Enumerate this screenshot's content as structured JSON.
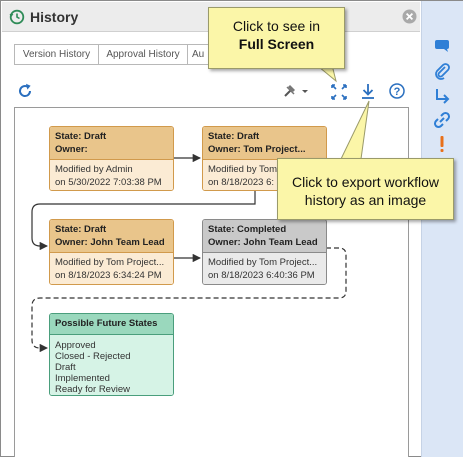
{
  "window": {
    "title": "History",
    "icons": {
      "history": "history-icon",
      "close": "close-circle-icon"
    }
  },
  "tabs": [
    {
      "label": "Version History"
    },
    {
      "label": "Approval History"
    },
    {
      "label": "Au"
    }
  ],
  "toolbar": {
    "refresh": "refresh-icon",
    "tools": "tools-dropdown-icon",
    "fullscreen": "fullscreen-icon",
    "download": "download-icon",
    "help": "help-icon"
  },
  "right_bar": {
    "icons": [
      "comment-icon",
      "paperclip-icon",
      "arrow-return-icon",
      "link-icon",
      "alert-icon"
    ],
    "colors": {
      "blue": "#2f7fd6",
      "orange": "#e8701a"
    }
  },
  "workflow": {
    "nodes": [
      {
        "state": "State: Draft",
        "owner": "Owner:",
        "modified_by": "Modified by Admin",
        "date": "on 5/30/2022 7:03:38 PM"
      },
      {
        "state": "State: Draft",
        "owner": "Owner: Tom Project...",
        "modified_by": "Modified by Tom",
        "date": "on 8/18/2023 6:"
      },
      {
        "state": "State: Draft",
        "owner": "Owner: John Team Lead",
        "modified_by": "Modified by Tom Project...",
        "date": "on 8/18/2023 6:34:24 PM"
      },
      {
        "state": "State: Completed",
        "owner": "Owner: John Team Lead",
        "modified_by": "Modified by Tom Project...",
        "date": "on 8/18/2023 6:40:36 PM"
      }
    ],
    "future": {
      "title": "Possible Future States",
      "states": [
        "Approved",
        "Closed - Rejected",
        "Draft",
        "Implemented",
        "Ready for Review"
      ]
    },
    "colors": {
      "draft_head": "#e9c58b",
      "draft_body": "#fbebd4",
      "completed_head": "#c9c9c9",
      "future_head": "#9ad8bd"
    }
  },
  "callouts": {
    "fullscreen": {
      "line1": "Click to see in",
      "line2": "Full Screen"
    },
    "export": {
      "line1": "Click to export workflow",
      "line2": "history as an image"
    }
  }
}
